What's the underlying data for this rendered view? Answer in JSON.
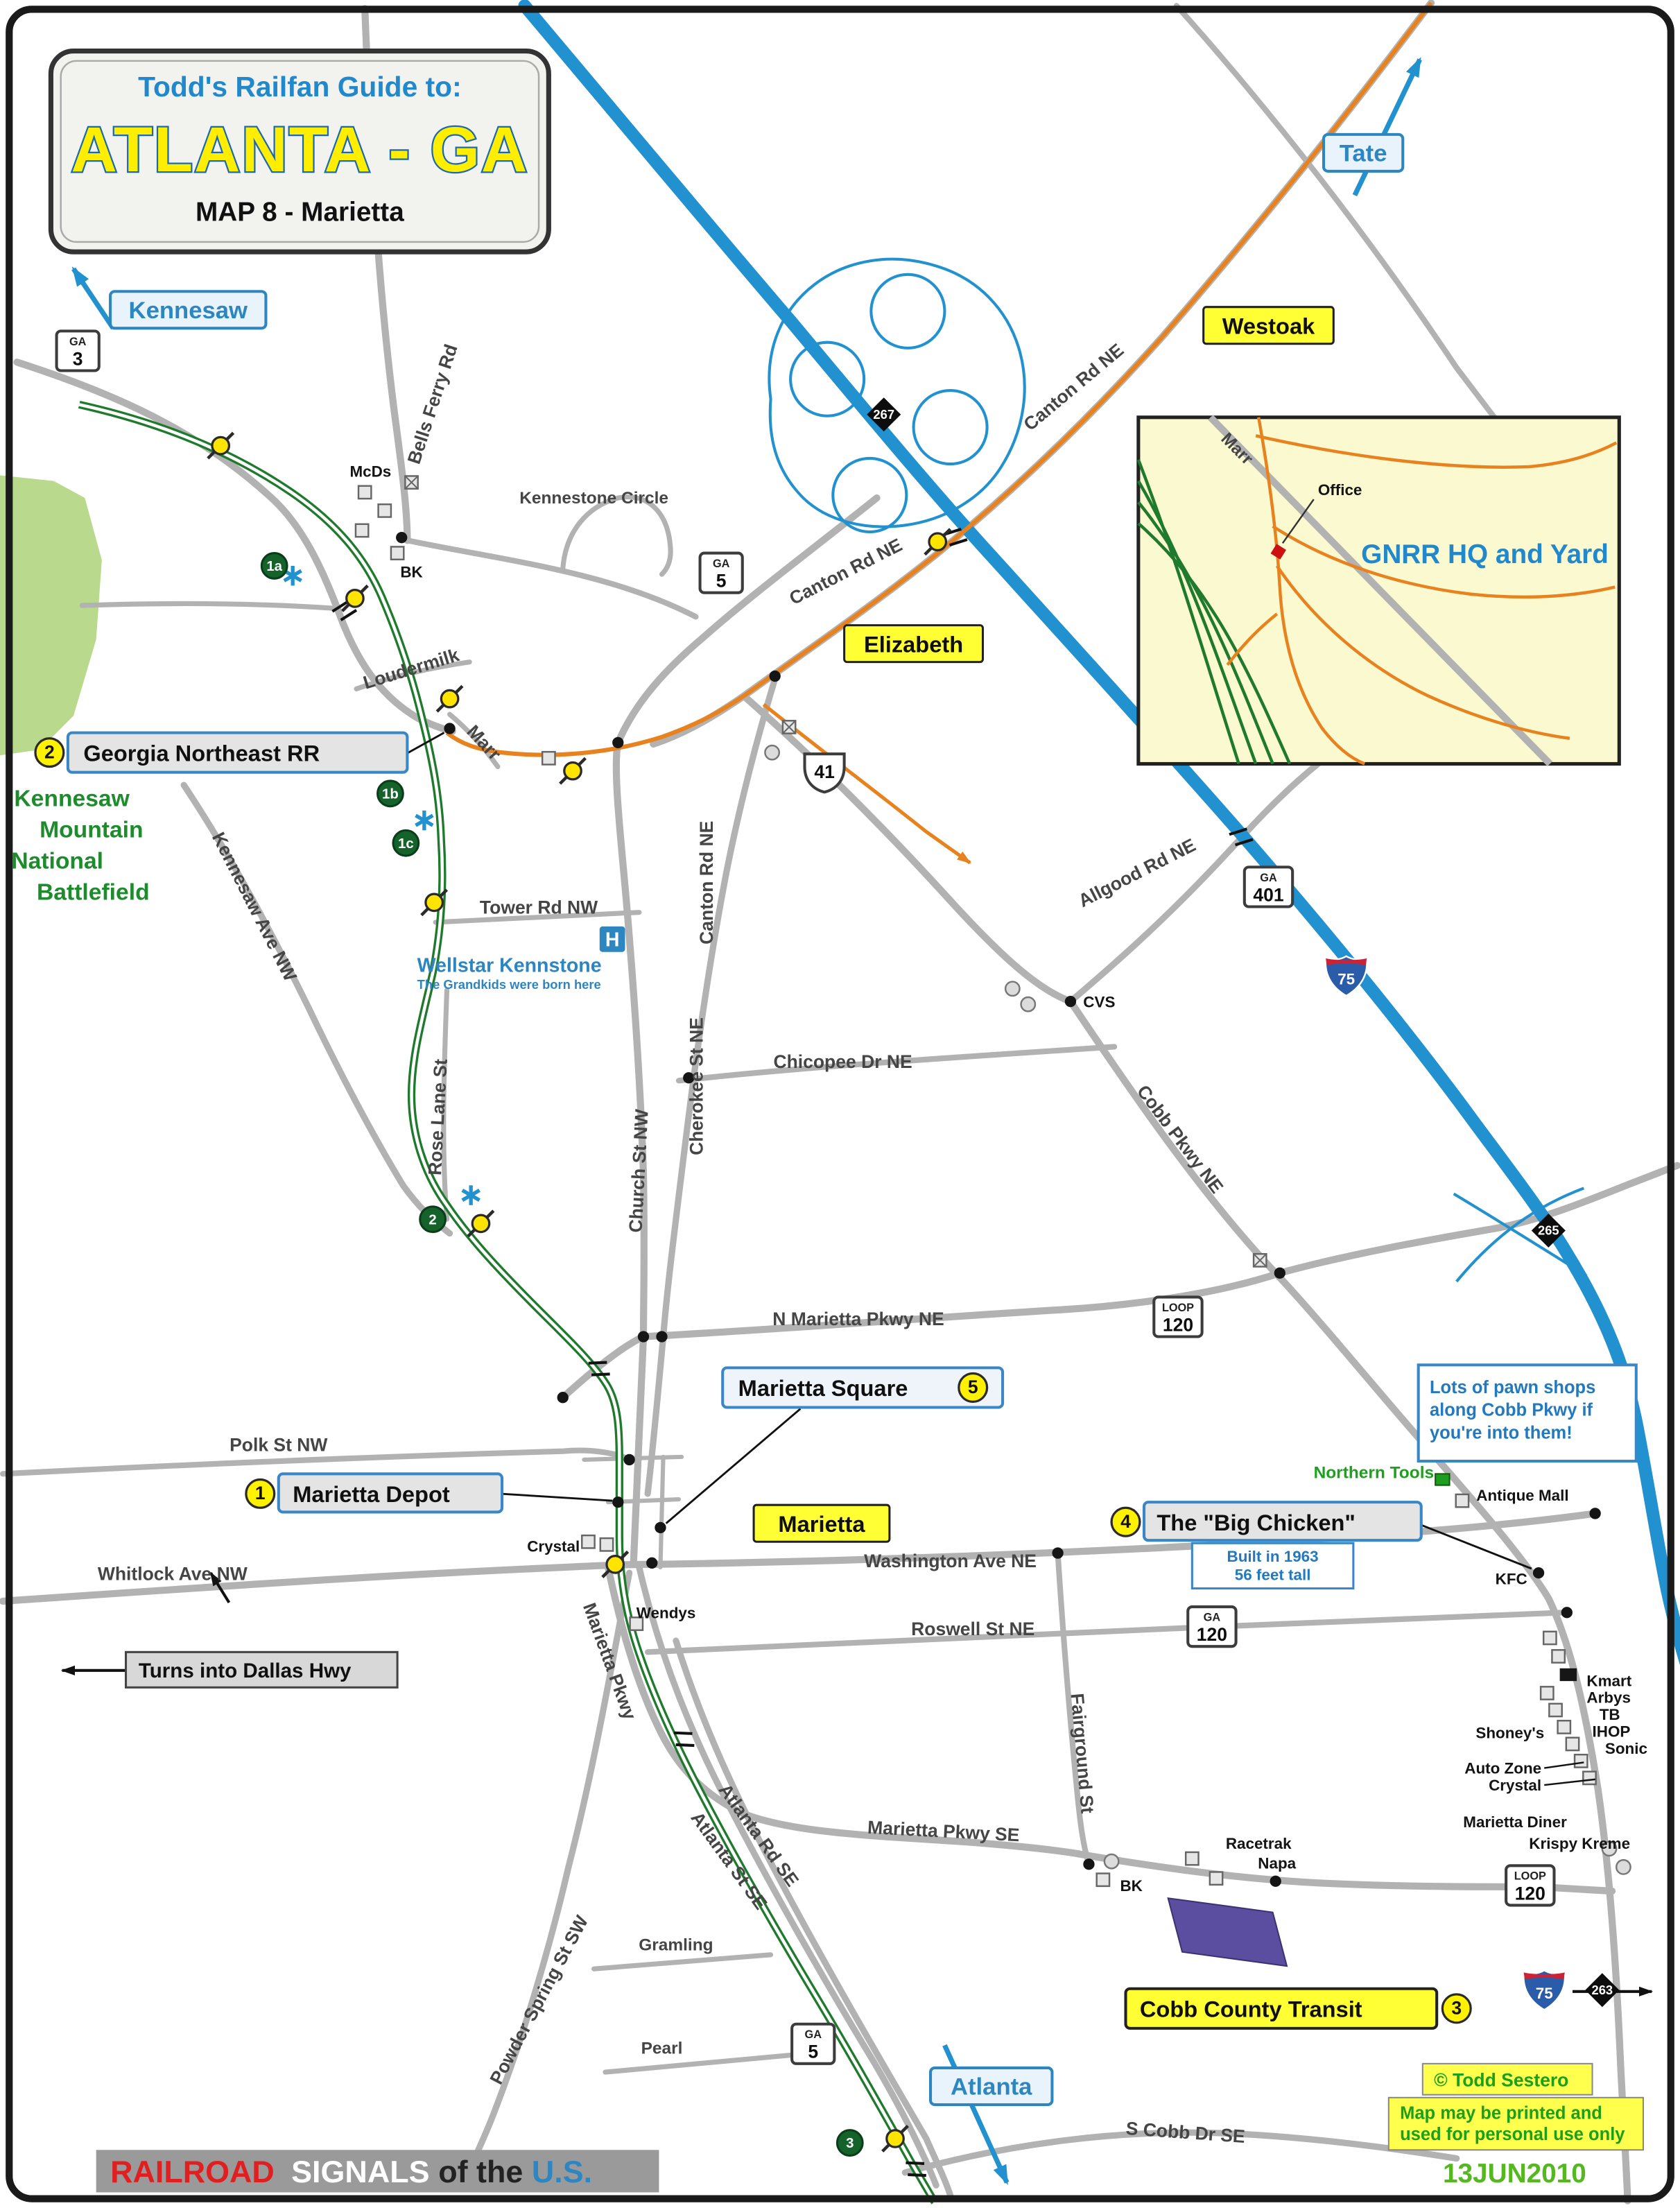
{
  "title": {
    "guide": "Todd's Railfan Guide to:",
    "city": "ATLANTA - GA",
    "map": "MAP 8 - Marietta"
  },
  "directions": {
    "kennesaw": "Kennesaw",
    "tate": "Tate",
    "atlanta": "Atlanta"
  },
  "places": {
    "westoak": "Westoak",
    "elizabeth": "Elizabeth",
    "marietta": "Marietta"
  },
  "callouts": {
    "gnrr_num": "2",
    "gnrr": "Georgia Northeast RR",
    "depot_num": "1",
    "depot": "Marietta Depot",
    "square": "Marietta Square",
    "square_num": "5",
    "chicken_num": "4",
    "chicken": "The \"Big Chicken\"",
    "chicken_note1": "Built in 1963",
    "chicken_note2": "56 feet tall",
    "transit": "Cobb County Transit",
    "transit_num": "3",
    "dallas": "Turns into Dallas Hwy",
    "pawn1": "Lots of pawn shops",
    "pawn2": "along Cobb Pkwy if",
    "pawn3": "you're into them!",
    "bf1": "Kennesaw",
    "bf2": "Mountain",
    "bf3": "National",
    "bf4": "Battlefield",
    "hospital_h": "H",
    "hospital": "Wellstar Kennstone",
    "hospital_note": "The Grandkids were born here"
  },
  "inset": {
    "title": "GNRR HQ and Yard",
    "office": "Office",
    "marr": "Marr"
  },
  "markers": {
    "a": "1a",
    "b": "1b",
    "c": "1c",
    "two": "2",
    "three": "3"
  },
  "shields": {
    "ga": "GA",
    "loop": "LOOP",
    "ga3": "3",
    "ga5": "5",
    "us41": "41",
    "ga401": "401",
    "i75": "75",
    "d267": "267",
    "d265": "265",
    "d263": "263",
    "loop120": "120",
    "ga120": "120"
  },
  "roads": {
    "bells_ferry": "Bells Ferry Rd",
    "canton1": "Canton Rd NE",
    "canton2": "Canton Rd NE",
    "canton3": "Canton Rd NE",
    "loudermilk": "Loudermilk",
    "marr": "Marr",
    "kennesaw_ave": "Kennesaw  Ave NW",
    "tower": "Tower Rd NW",
    "rose": "Rose Lane St",
    "church": "Church St NW",
    "cherokee": "Cherokee St NE",
    "chicopee": "Chicopee Dr NE",
    "allgood": "Allgood Rd NE",
    "cobb": "Cobb Pkwy NE",
    "nmar": "N Marietta Pkwy NE",
    "polk": "Polk St NW",
    "whitlock": "Whitlock Ave NW",
    "washington": "Washington Ave NE",
    "roswell": "Roswell St NE",
    "fairground": "Fairground St",
    "mpkwy": "Marietta Pkwy",
    "mpkwyse": "Marietta Pkwy SE",
    "atlrd": "Atlanta Rd SE",
    "atlst": "Atlanta St SE",
    "powder": "Powder Spring  St SW",
    "scobb": "S Cobb Dr SE",
    "kennestone": "Kennestone Circle",
    "gramling": "Gramling",
    "pearl": "Pearl"
  },
  "pois": {
    "mcds": "McDs",
    "bk1": "BK",
    "cvs": "CVS",
    "crystal1": "Crystal",
    "wendys": "Wendys",
    "northern": "Northern Tools",
    "antique": "Antique Mall",
    "kfc": "KFC",
    "kmart": "Kmart",
    "arbys": "Arbys",
    "tb": "TB",
    "ihop": "IHOP",
    "sonic": "Sonic",
    "shoneys": "Shoney's",
    "autozone": "Auto Zone",
    "crystal2": "Crystal",
    "diner": "Marietta Diner",
    "krispy": "Krispy Kreme",
    "racetrak": "Racetrak",
    "napa": "Napa",
    "bk2": "BK"
  },
  "footer": {
    "railroad": "RAILROAD",
    "signals": "SIGNALS",
    "of_the": "of the",
    "us": "U.S.",
    "copyright": "© Todd Sestero",
    "permit1": "Map may be printed and",
    "permit2": "used for personal use only",
    "date": "13JUN2010"
  }
}
